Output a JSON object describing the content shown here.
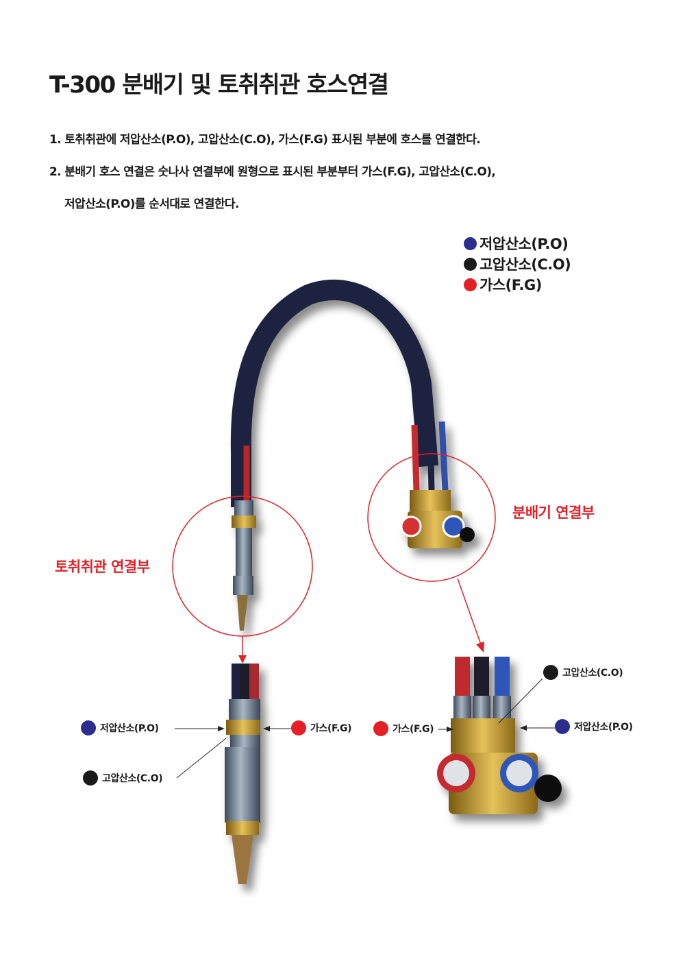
{
  "title": "T-300 분배기 및 토취취관 호스연결",
  "instructions": [
    "1.  토취취관에 저압산소(P.O), 고압산소(C.O), 가스(F.G) 표시된 부분에 호스를 연결한다.",
    "2. 분배기 호스 연결은 숫나사 연결부에 원형으로 표시된 부분부터 가스(F.G), 고압산소(C.O),",
    "저압산소(P.O)를 순서대로 연결한다."
  ],
  "legend": [
    {
      "label": "저압산소(P.O)",
      "color": "#2b2e8f"
    },
    {
      "label": "고압산소(C.O)",
      "color": "#1a1a1a"
    },
    {
      "label": "가스(F.G)",
      "color": "#e51f26"
    }
  ],
  "section_labels": {
    "distributor": "분배기 연결부",
    "torch": "토취취관 연결부"
  },
  "torch_callouts": {
    "po": "저압산소(P.O)",
    "co": "고압산소(C.O)",
    "fg": "가스(F.G)"
  },
  "distributor_callouts": {
    "co": "고압산소(C.O)",
    "fg": "가스(F.G)",
    "po": "저압산소(P.O)"
  },
  "colors": {
    "accent_red": "#e51f26",
    "po_blue": "#2b2e8f",
    "co_black": "#1a1a1a"
  }
}
